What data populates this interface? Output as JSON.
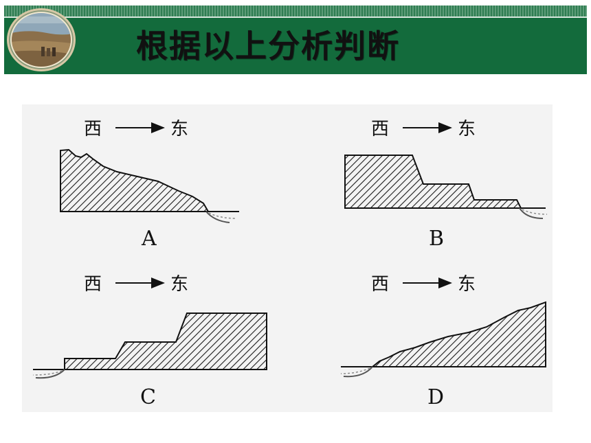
{
  "header": {
    "title": "根据以上分析判断"
  },
  "diagram": {
    "panels": [
      {
        "id": "A",
        "label": "A",
        "direction_from": "西",
        "direction_to": "东"
      },
      {
        "id": "B",
        "label": "B",
        "direction_from": "西",
        "direction_to": "东"
      },
      {
        "id": "C",
        "label": "C",
        "direction_from": "西",
        "direction_to": "东"
      },
      {
        "id": "D",
        "label": "D",
        "direction_from": "西",
        "direction_to": "东"
      }
    ]
  }
}
